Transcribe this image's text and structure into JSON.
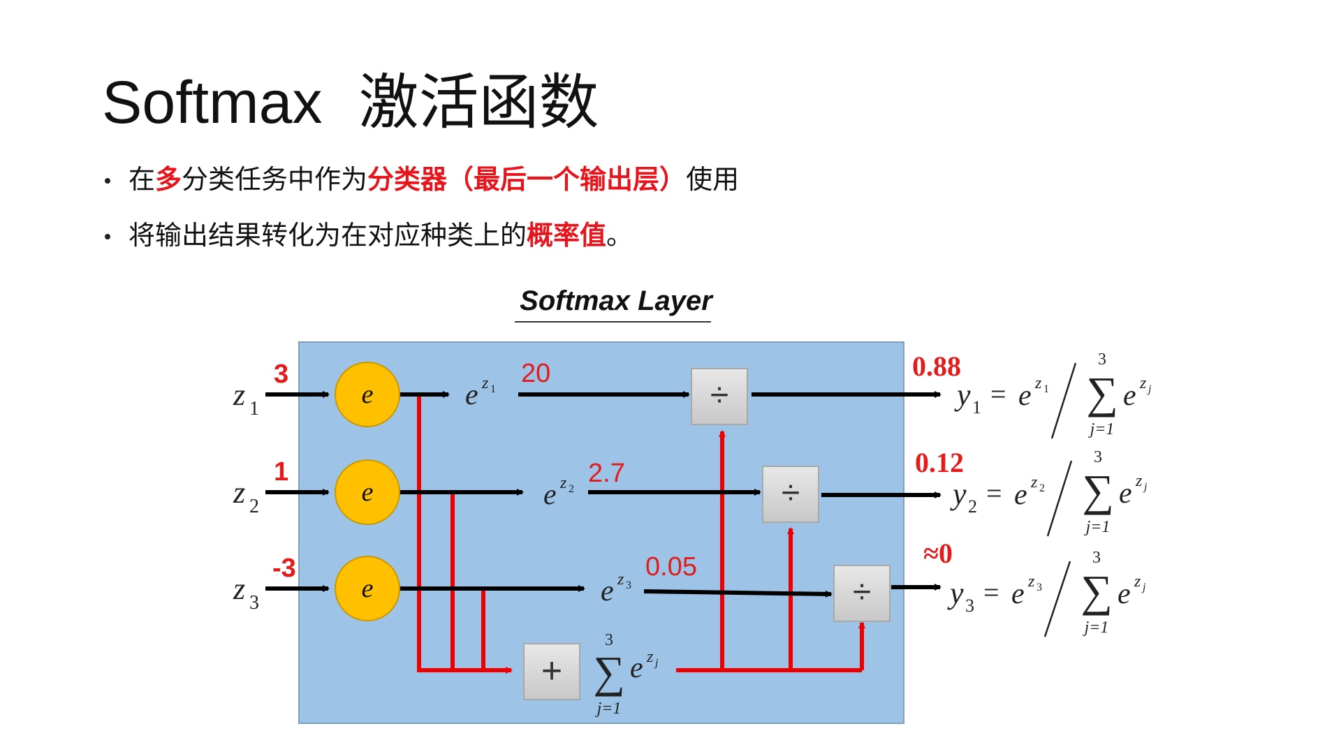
{
  "title": {
    "en": "Softmax",
    "zh": "激活函数"
  },
  "bullets": [
    {
      "p1": "在",
      "p2": "多",
      "p3": "分类任务中作为",
      "p4": "分类器（最后一个输出层）",
      "p5": "使用"
    },
    {
      "p1": "将输出结果转化为在对应种类上的",
      "p2": "概率值",
      "p3": "。"
    }
  ],
  "diagram": {
    "heading": "Softmax Layer",
    "inputs": [
      {
        "var": "z",
        "sub": "1",
        "value": "3",
        "exp_sup": "z",
        "exp_sub": "1",
        "exp_value": "20"
      },
      {
        "var": "z",
        "sub": "2",
        "value": "1",
        "exp_sup": "z",
        "exp_sub": "2",
        "exp_value": "2.7"
      },
      {
        "var": "z",
        "sub": "3",
        "value": "-3",
        "exp_sup": "z",
        "exp_sub": "3",
        "exp_value": "0.05"
      }
    ],
    "exp_node_label": "e",
    "divide_symbol": "÷",
    "sum_symbol": "+",
    "sum_expr": {
      "upper": "3",
      "sigma": "∑",
      "lower": "j=1",
      "base": "e",
      "sup": "z",
      "sup_sub": "j"
    },
    "outputs": [
      {
        "value": "0.88",
        "var": "y",
        "sub": "1",
        "eq": "=",
        "num_base": "e",
        "num_sup": "z",
        "num_sub": "1"
      },
      {
        "value": "0.12",
        "var": "y",
        "sub": "2",
        "eq": "=",
        "num_base": "e",
        "num_sup": "z",
        "num_sub": "2"
      },
      {
        "value": "≈0",
        "var": "y",
        "sub": "3",
        "eq": "=",
        "num_base": "e",
        "num_sup": "z",
        "num_sub": "3"
      }
    ],
    "colors": {
      "panel": "#9dc3e6",
      "panel_border": "#7f9fbf",
      "node": "#ffc000",
      "node_border": "#c99700",
      "box": "#d6d6d6",
      "box_border": "#a8a8a8",
      "red": "#ee0000",
      "value_red": "#e21b1b"
    }
  }
}
